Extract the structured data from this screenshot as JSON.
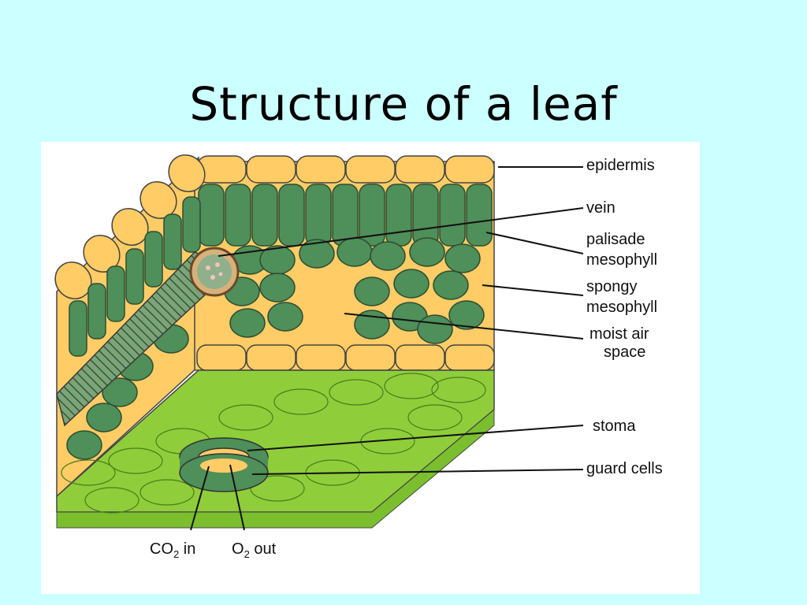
{
  "title": "Structure of a leaf",
  "labels": {
    "epidermis": "epidermis",
    "vein": "vein",
    "palisade_1": "palisade",
    "palisade_2": "mesophyll",
    "spongy_1": "spongy",
    "spongy_2": "mesophyll",
    "moist_1": "moist air",
    "moist_2": "space",
    "stoma": "stoma",
    "guard_cells": "guard cells",
    "co2_main": "CO",
    "co2_sub": "2",
    "co2_rest": " in",
    "o2_main": "O",
    "o2_sub": "2",
    "o2_rest": " out"
  },
  "colors": {
    "background": "#ccffff",
    "epidermis": "#ffcc66",
    "cell_dark_green": "#4f8f5a",
    "lower_epidermis": "#8fce3a",
    "air_space": "#ffcc66"
  }
}
